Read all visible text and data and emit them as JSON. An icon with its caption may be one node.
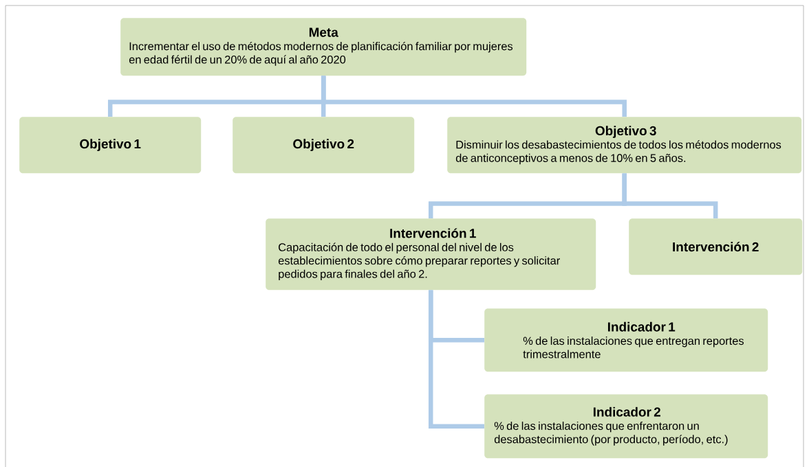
{
  "diagram": {
    "nodes": [
      {
        "text": [
          "Meta",
          "Incrementar el uso de métodos modernos de planificación familiar por mujeres en edad fértil de un 20% de aquí al año 2020"
        ]
      },
      {
        "text": [
          "Objetivo 1"
        ]
      },
      {
        "text": [
          "Objetivo 2"
        ]
      },
      {
        "text": [
          "Objetivo 3",
          "Disminuir los desabastecimientos de todos los métodos modernos de anticonceptivos a menos de 10% en 5 años."
        ]
      },
      {
        "text": [
          "Intervención 1",
          "Capacitación de todo el personal del nivel de los establecimientos sobre cómo preparar reportes y solicitar pedidos para finales del año 2."
        ]
      },
      {
        "text": [
          "Intervención 2"
        ]
      },
      {
        "text": [
          "Indicador 1",
          "% de las instalaciones que entregan reportes trimestralmente"
        ]
      },
      {
        "text": [
          "Indicador 2",
          "% de las instalaciones que enfrentaron un desabastecimiento (por producto, período, etc.)"
        ]
      }
    ],
    "edges": [
      {
        "from": 0,
        "to": 1,
        "arrow": "none"
      },
      {
        "from": 0,
        "to": 2,
        "arrow": "none"
      },
      {
        "from": 0,
        "to": 3,
        "arrow": "none"
      },
      {
        "from": 3,
        "to": 4,
        "arrow": "none"
      },
      {
        "from": 3,
        "to": 5,
        "arrow": "none"
      },
      {
        "from": 4,
        "to": 6,
        "arrow": "none"
      },
      {
        "from": 4,
        "to": 7,
        "arrow": "none"
      }
    ]
  }
}
